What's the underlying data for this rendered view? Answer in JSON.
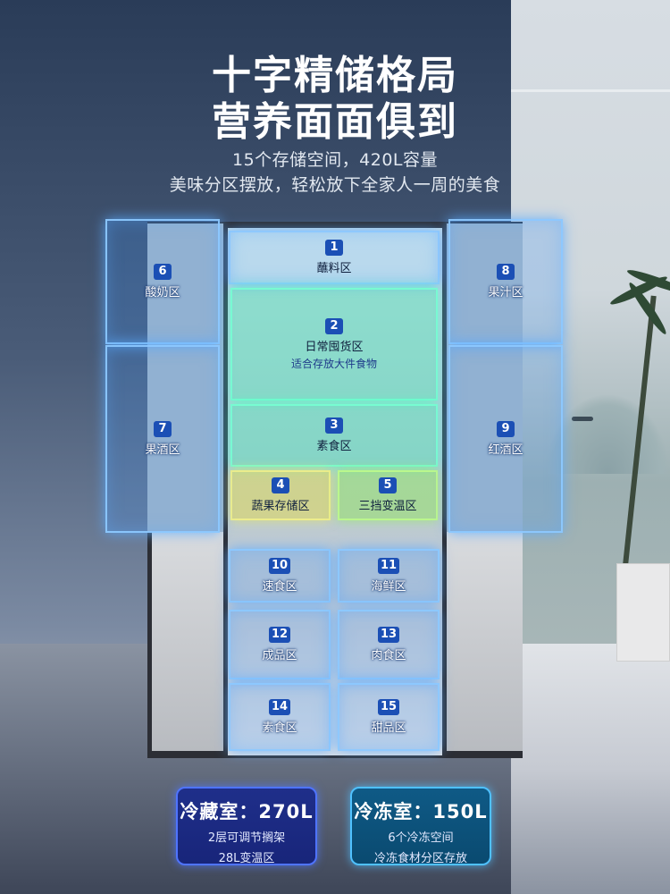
{
  "header": {
    "title_line1": "十字精储格局",
    "title_line2": "营养面面俱到",
    "subtitle_line1": "15个存储空间，420L容量",
    "subtitle_line2": "美味分区摆放，轻松放下全家人一周的美食"
  },
  "zones": [
    {
      "num": "1",
      "label": "蘸料区"
    },
    {
      "num": "2",
      "label": "日常囤货区",
      "note": "适合存放大件食物"
    },
    {
      "num": "3",
      "label": "素食区"
    },
    {
      "num": "4",
      "label": "蔬果存储区"
    },
    {
      "num": "5",
      "label": "三挡变温区"
    },
    {
      "num": "6",
      "label": "酸奶区"
    },
    {
      "num": "7",
      "label": "果酒区"
    },
    {
      "num": "8",
      "label": "果汁区"
    },
    {
      "num": "9",
      "label": "红酒区"
    },
    {
      "num": "10",
      "label": "速食区"
    },
    {
      "num": "11",
      "label": "海鲜区"
    },
    {
      "num": "12",
      "label": "成品区"
    },
    {
      "num": "13",
      "label": "肉食区"
    },
    {
      "num": "14",
      "label": "素食区"
    },
    {
      "num": "15",
      "label": "甜品区"
    }
  ],
  "cards": {
    "fridge": {
      "title": "冷藏室：270L",
      "line1": "2层可调节搁架",
      "line2": "28L变温区"
    },
    "freezer": {
      "title": "冷冻室：150L",
      "line1": "6个冷冻空间",
      "line2": "冷冻食材分区存放"
    }
  }
}
